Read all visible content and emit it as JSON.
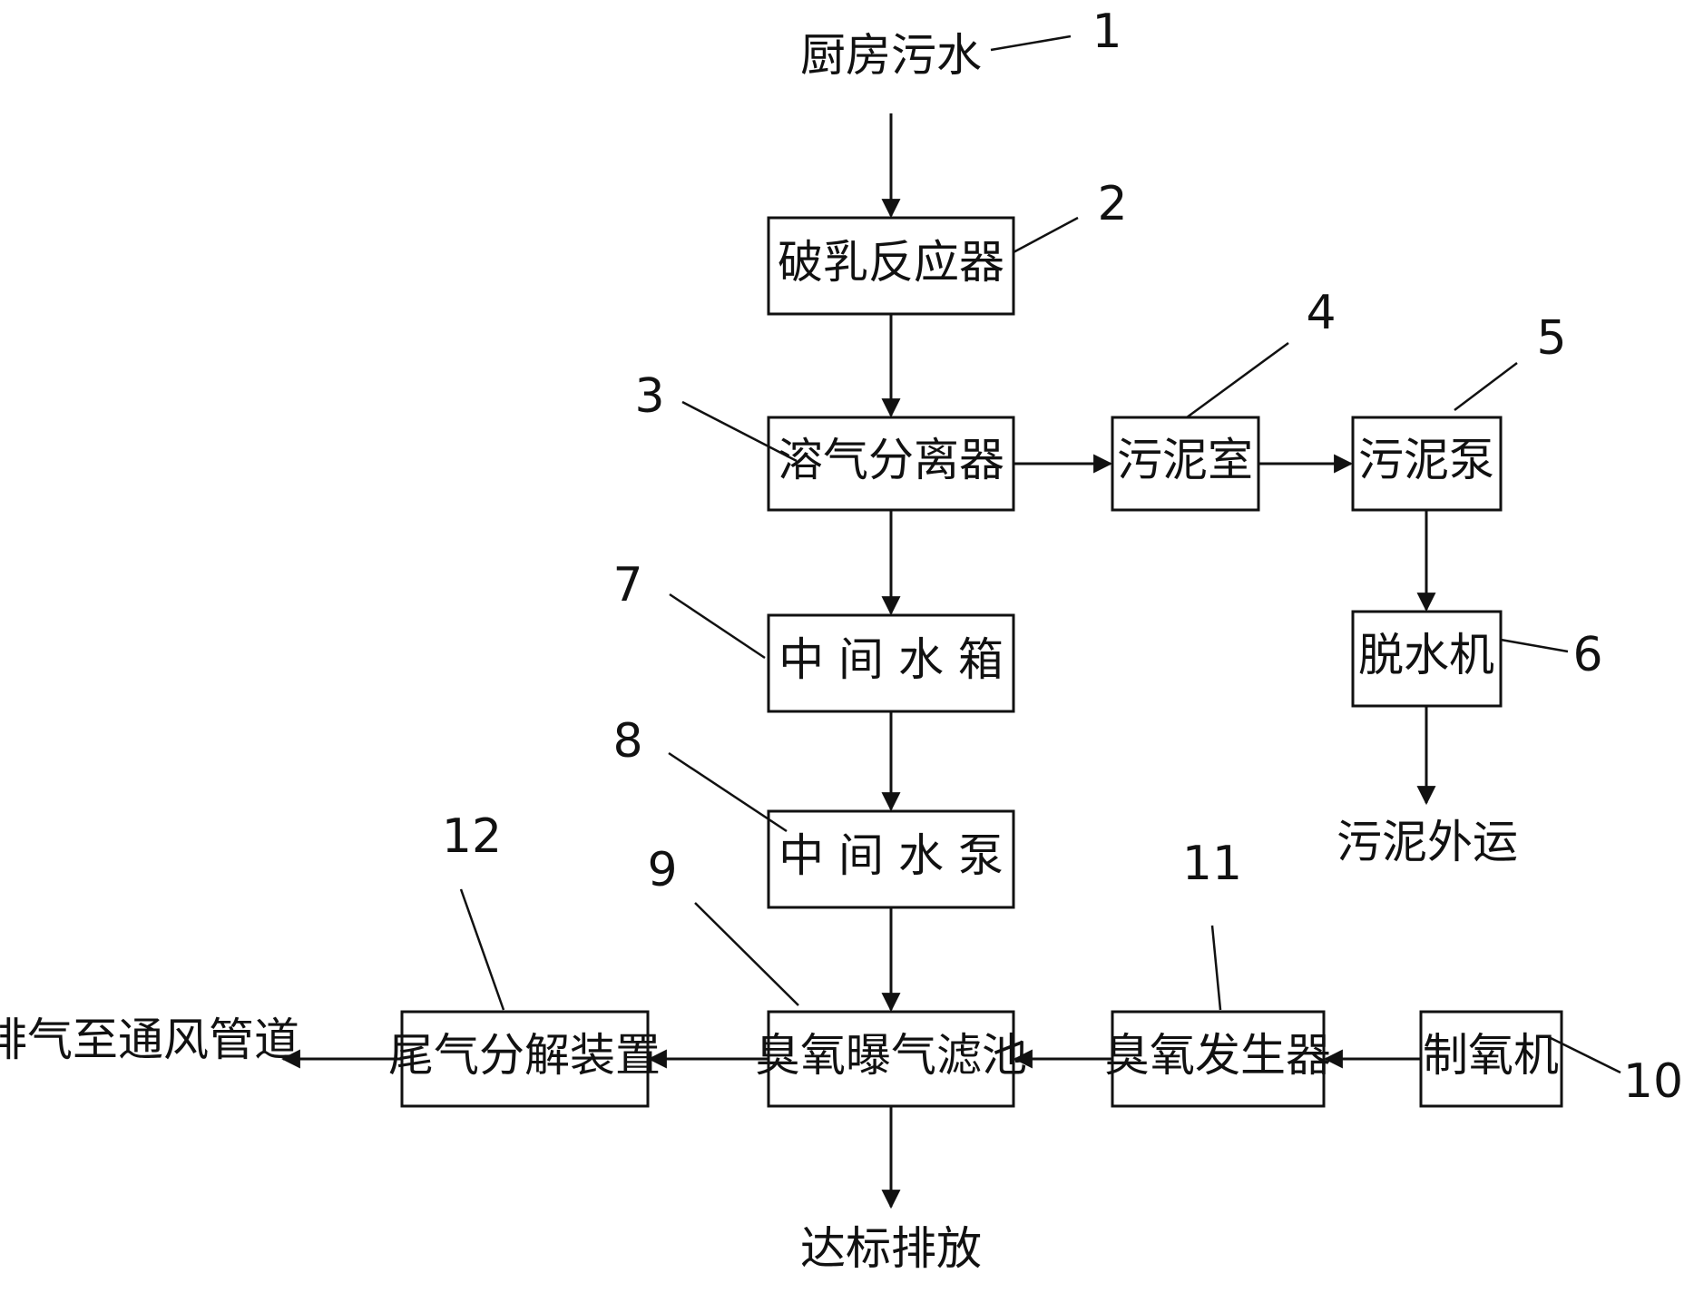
{
  "nodes": {
    "kitchen_sewage": "厨房污水",
    "demulsifier": "破乳反应器",
    "air_separator": "溶气分离器",
    "sludge_room": "污泥室",
    "sludge_pump": "污泥泵",
    "dewatering_machine": "脱水机",
    "sludge_removal": "污泥外运",
    "intermediate_tank": "中 间 水 箱",
    "intermediate_pump": "中 间 水 泵",
    "ozone_filter": "臭氧曝气滤池",
    "tail_gas_device": "尾气分解装置",
    "exhaust_to_duct": "排气至通风管道",
    "discharge": "达标排放",
    "ozone_generator": "臭氧发生器",
    "oxygen_maker": "制氧机"
  },
  "labels": {
    "n1": "1",
    "n2": "2",
    "n3": "3",
    "n4": "4",
    "n5": "5",
    "n6": "6",
    "n7": "7",
    "n8": "8",
    "n9": "9",
    "n10": "10",
    "n11": "11",
    "n12": "12"
  }
}
